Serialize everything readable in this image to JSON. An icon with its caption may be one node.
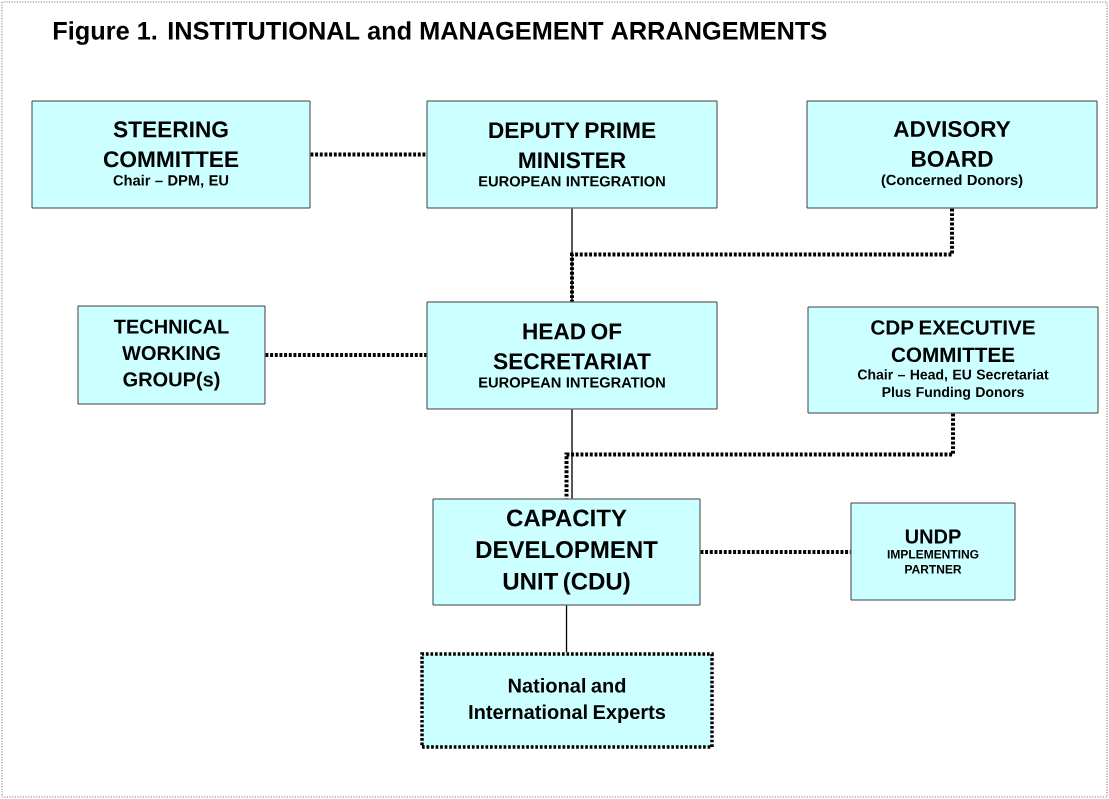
{
  "diagram": {
    "title": "Figure 1.  INSTITUTIONAL and MANAGEMENT ARRANGEMENTS",
    "nodes": [
      {
        "text": [
          "STEERING COMMITTEE",
          "Chair – DPM, EU"
        ]
      },
      {
        "text": [
          "DEPUTY PRIME MINISTER",
          "EUROPEAN INTEGRATION"
        ]
      },
      {
        "text": [
          "ADVISORY BOARD",
          "(Concerned Donors)"
        ]
      },
      {
        "text": [
          "TECHNICAL WORKING GROUP(s)"
        ]
      },
      {
        "text": [
          "HEAD OF SECRETARIAT",
          "EUROPEAN INTEGRATION"
        ]
      },
      {
        "text": [
          "CDP EXECUTIVE COMMITTEE",
          "Chair – Head, EU Secretariat Plus Funding Donors"
        ]
      },
      {
        "text": [
          "CAPACITY DEVELOPMENT UNIT (CDU)"
        ]
      },
      {
        "text": [
          "UNDP",
          "IMPLEMENTING PARTNER"
        ]
      },
      {
        "text": [
          "National and International Experts"
        ]
      }
    ],
    "edges": [
      {
        "from": 0,
        "to": 1,
        "arrow": "none",
        "style": "dashed"
      },
      {
        "from": 1,
        "to": 4,
        "arrow": "none"
      },
      {
        "from": 2,
        "to": 4,
        "arrow": "none",
        "style": "dashed"
      },
      {
        "from": 3,
        "to": 4,
        "arrow": "none",
        "style": "dashed"
      },
      {
        "from": 4,
        "to": 6,
        "arrow": "none"
      },
      {
        "from": 5,
        "to": 6,
        "arrow": "none",
        "style": "dashed"
      },
      {
        "from": 6,
        "to": 7,
        "arrow": "none",
        "style": "dashed"
      },
      {
        "from": 6,
        "to": 8,
        "arrow": "none"
      }
    ]
  }
}
